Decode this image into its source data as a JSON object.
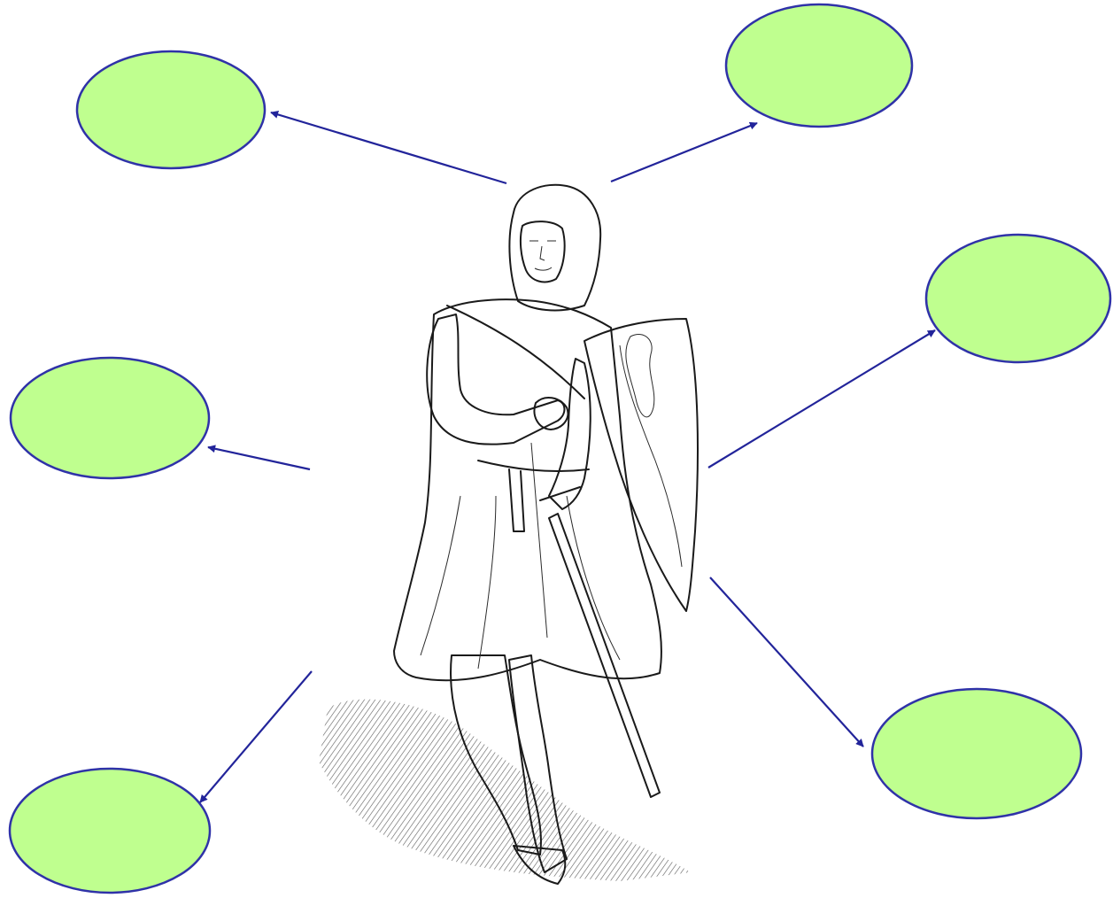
{
  "diagram": {
    "background": "#ffffff",
    "bubble_fill": "#bfff8f",
    "bubble_stroke": "#2f32a8",
    "arrow_color": "#22249a",
    "figure": "knight-in-chainmail-illustration",
    "bubbles": [
      {
        "id": "top-left",
        "label": ""
      },
      {
        "id": "top-right",
        "label": ""
      },
      {
        "id": "middle-left",
        "label": ""
      },
      {
        "id": "middle-right",
        "label": ""
      },
      {
        "id": "bottom-left",
        "label": ""
      },
      {
        "id": "bottom-right",
        "label": ""
      }
    ]
  }
}
